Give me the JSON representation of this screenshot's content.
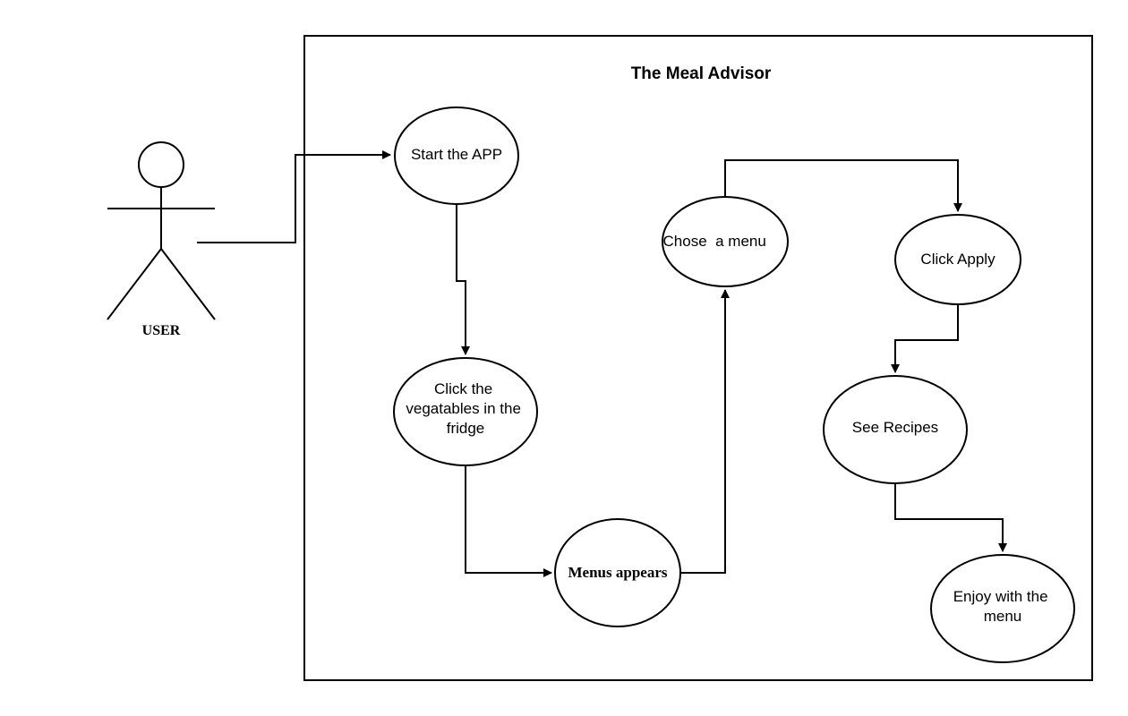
{
  "system": {
    "title": "The Meal Advisor"
  },
  "actor": {
    "label": "USER"
  },
  "use_cases": {
    "start_app": {
      "lines": [
        "Start the APP"
      ]
    },
    "click_vegetables": {
      "lines": [
        "Click the",
        "vegatables in the",
        "fridge"
      ]
    },
    "menus_appears": {
      "lines": [
        "Menus appears"
      ]
    },
    "chose_menu": {
      "lines": [
        "Chose  a menu"
      ]
    },
    "click_apply": {
      "lines": [
        "Click Apply"
      ]
    },
    "see_recipes": {
      "lines": [
        "See Recipes"
      ]
    },
    "enjoy_menu": {
      "lines": [
        "Enjoy with the",
        "menu"
      ]
    }
  },
  "colors": {
    "stroke": "#000000",
    "background": "#ffffff"
  }
}
